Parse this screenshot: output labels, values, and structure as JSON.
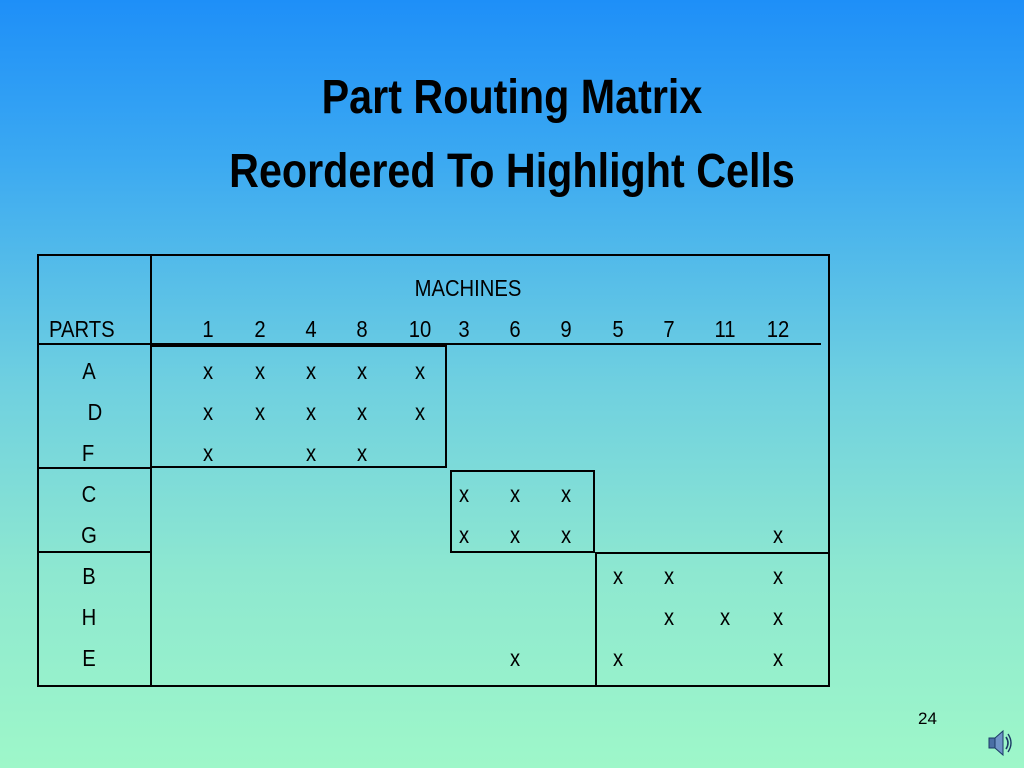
{
  "title_line1": "Part Routing Matrix",
  "title_line2": "Reordered To Highlight Cells",
  "matrix": {
    "machines_label": "MACHINES",
    "parts_label": "PARTS",
    "machines": [
      "1",
      "2",
      "4",
      "8",
      "10",
      "3",
      "6",
      "9",
      "5",
      "7",
      "11",
      "12"
    ],
    "mark": "x",
    "rows": [
      {
        "part": "A",
        "cells": [
          "x",
          "x",
          "x",
          "x",
          "x",
          "",
          "",
          "",
          "",
          "",
          "",
          ""
        ]
      },
      {
        "part": "D",
        "cells": [
          "x",
          "x",
          "x",
          "x",
          "x",
          "",
          "",
          "",
          "",
          "",
          "",
          ""
        ]
      },
      {
        "part": "F",
        "cells": [
          "x",
          "",
          "x",
          "x",
          "",
          "",
          "",
          "",
          "",
          "",
          "",
          ""
        ]
      },
      {
        "part": "C",
        "cells": [
          "",
          "",
          "",
          "",
          "",
          "x",
          "x",
          "x",
          "",
          "",
          "",
          ""
        ]
      },
      {
        "part": "G",
        "cells": [
          "",
          "",
          "",
          "",
          "",
          "x",
          "x",
          "x",
          "",
          "",
          "",
          "x"
        ]
      },
      {
        "part": "B",
        "cells": [
          "",
          "",
          "",
          "",
          "",
          "",
          "",
          "",
          "x",
          "x",
          "",
          "x"
        ]
      },
      {
        "part": "H",
        "cells": [
          "",
          "",
          "",
          "",
          "",
          "",
          "",
          "",
          "",
          "x",
          "x",
          "x"
        ]
      },
      {
        "part": "E",
        "cells": [
          "",
          "",
          "",
          "",
          "",
          "",
          "x",
          "",
          "x",
          "",
          "",
          "x"
        ]
      }
    ]
  },
  "slide_number": "24",
  "icons": {
    "speaker": "speaker-icon"
  }
}
